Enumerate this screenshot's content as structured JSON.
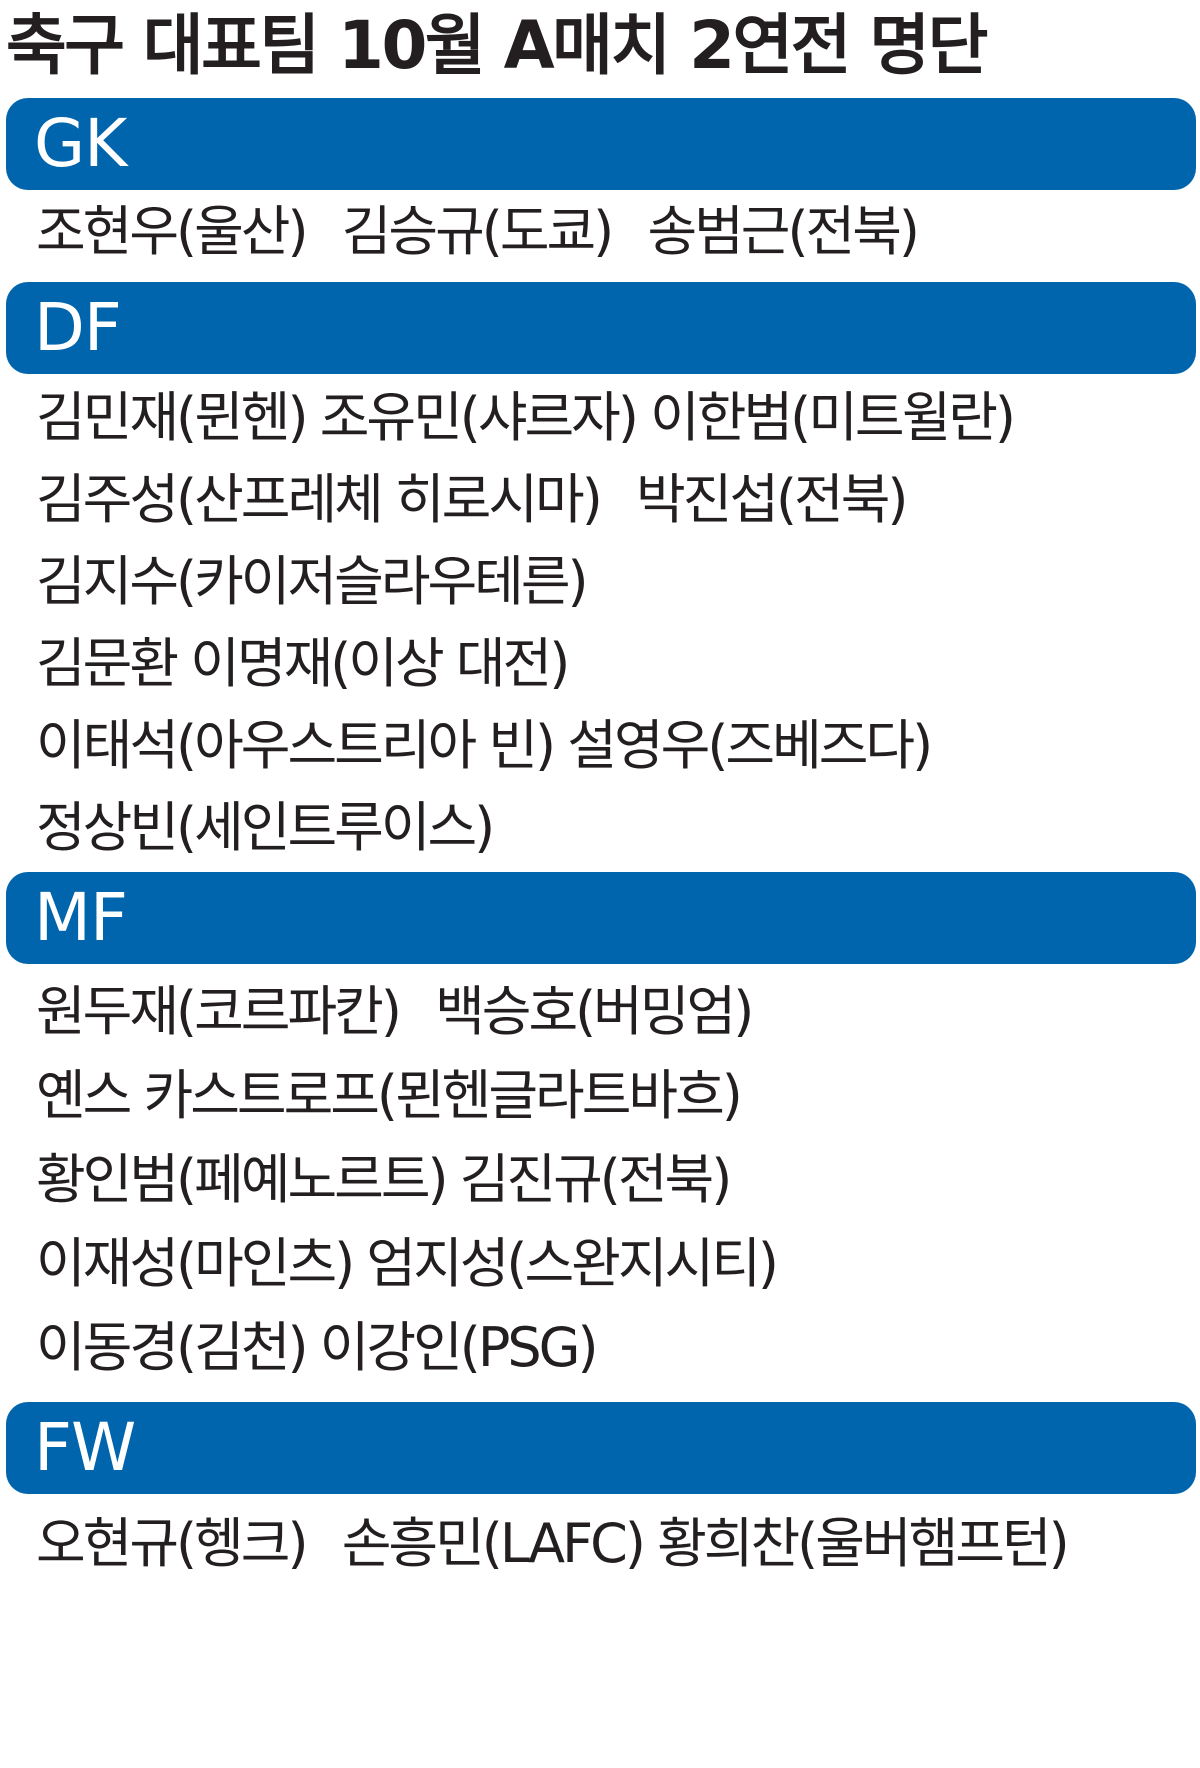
{
  "title": "축구 대표팀 10월 A매치 2연전 명단",
  "sections": [
    {
      "label": "GK",
      "lines": [
        [
          "조현우(울산)",
          "김승규(도쿄)",
          "송범근(전북)"
        ]
      ]
    },
    {
      "label": "DF",
      "lines": [
        [
          "김민재(뮌헨)",
          "조유민(샤르자)",
          "이한범(미트윌란)"
        ],
        [
          "김주성(산프레체 히로시마)",
          "박진섭(전북)"
        ],
        [
          "김지수(카이저슬라우테른)"
        ],
        [
          "김문환 이명재(이상 대전)"
        ],
        [
          "이태석(아우스트리아 빈)",
          "설영우(즈베즈다)"
        ],
        [
          "정상빈(세인트루이스)"
        ]
      ]
    },
    {
      "label": "MF",
      "lines": [
        [
          "원두재(코르파칸)",
          "백승호(버밍엄)"
        ],
        [
          "옌스 카스트로프(묀헨글라트바흐)"
        ],
        [
          "황인범(페예노르트)",
          "김진규(전북)"
        ],
        [
          "이재성(마인츠)",
          "엄지성(스완지시티)"
        ],
        [
          "이동경(김천)",
          "이강인(PSG)"
        ]
      ]
    },
    {
      "label": "FW",
      "lines": [
        [
          "오현규(헹크)",
          "손흥민(LAFC)",
          "황희찬(울버햄프턴)"
        ]
      ]
    }
  ]
}
